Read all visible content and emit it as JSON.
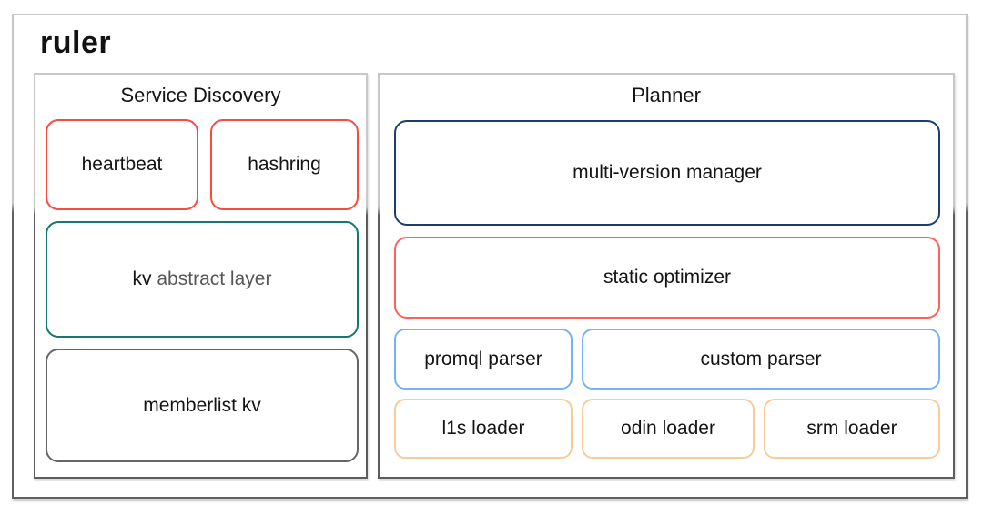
{
  "title": "ruler",
  "colors": {
    "red": "#f84c42",
    "red_soft": "#fb625c",
    "teal": "#15786c",
    "gray_box": "#666666",
    "navy": "#1d3d6e",
    "blue": "#74b4f4",
    "orange": "#f8cc99",
    "text": "#141414",
    "text_muted": "#575757"
  },
  "sections": {
    "service_discovery": {
      "label": "Service Discovery",
      "boxes": {
        "heartbeat": "heartbeat",
        "hashring": "hashring",
        "kv_prefix": "kv",
        "kv_rest": " abstract layer",
        "memberlist": "memberlist kv"
      }
    },
    "planner": {
      "label": "Planner",
      "boxes": {
        "multi_version_manager": "multi-version manager",
        "static_optimizer": "static optimizer",
        "promql_parser": "promql parser",
        "custom_parser": "custom parser",
        "l1s_loader": "l1s loader",
        "odin_loader": "odin loader",
        "srm_loader": "srm loader"
      }
    }
  }
}
